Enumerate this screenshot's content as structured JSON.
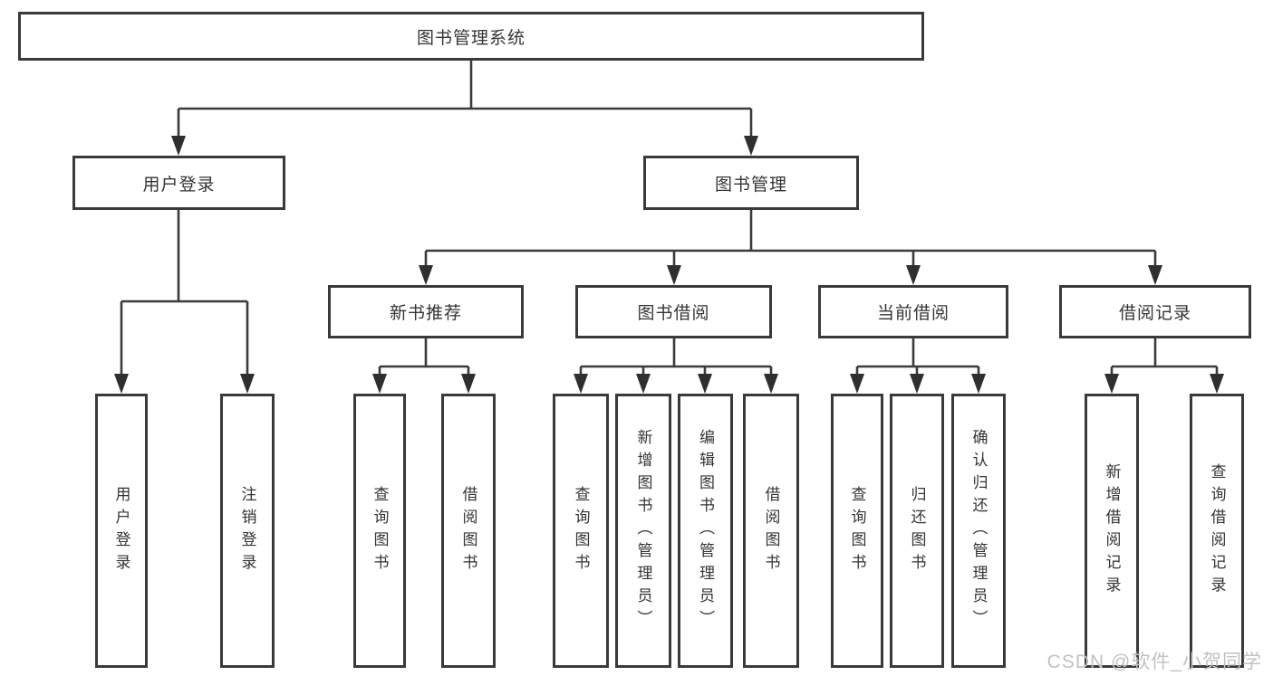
{
  "diagram": {
    "root": "图书管理系统",
    "level2": {
      "user_login": "用户登录",
      "book_mgmt": "图书管理"
    },
    "level3": {
      "new_book": "新书推荐",
      "book_borrow": "图书借阅",
      "current_borrow": "当前借阅",
      "borrow_record": "借阅记录"
    },
    "leaves": {
      "ul1": "用户登录",
      "ul2": "注销登录",
      "nb1": "查询图书",
      "nb2": "借阅图书",
      "bb1": "查询图书",
      "bb2": "新增图书（管理员）",
      "bb3": "编辑图书（管理员）",
      "bb4": "借阅图书",
      "cb1": "查询图书",
      "cb2": "归还图书",
      "cb3": "确认归还（管理员）",
      "br1": "新增借阅记录",
      "br2": "查询借阅记录"
    },
    "hierarchy": {
      "图书管理系统": {
        "用户登录": [
          "用户登录",
          "注销登录"
        ],
        "图书管理": {
          "新书推荐": [
            "查询图书",
            "借阅图书"
          ],
          "图书借阅": [
            "查询图书",
            "新增图书（管理员）",
            "编辑图书（管理员）",
            "借阅图书"
          ],
          "当前借阅": [
            "查询图书",
            "归还图书",
            "确认归还（管理员）"
          ],
          "借阅记录": [
            "新增借阅记录",
            "查询借阅记录"
          ]
        }
      }
    }
  },
  "watermark": "CSDN @软件_小贺同学",
  "colors": {
    "line": "#3a3a3a",
    "text": "#343434",
    "watermark": "#c3c0c0",
    "background": "#ffffff"
  }
}
